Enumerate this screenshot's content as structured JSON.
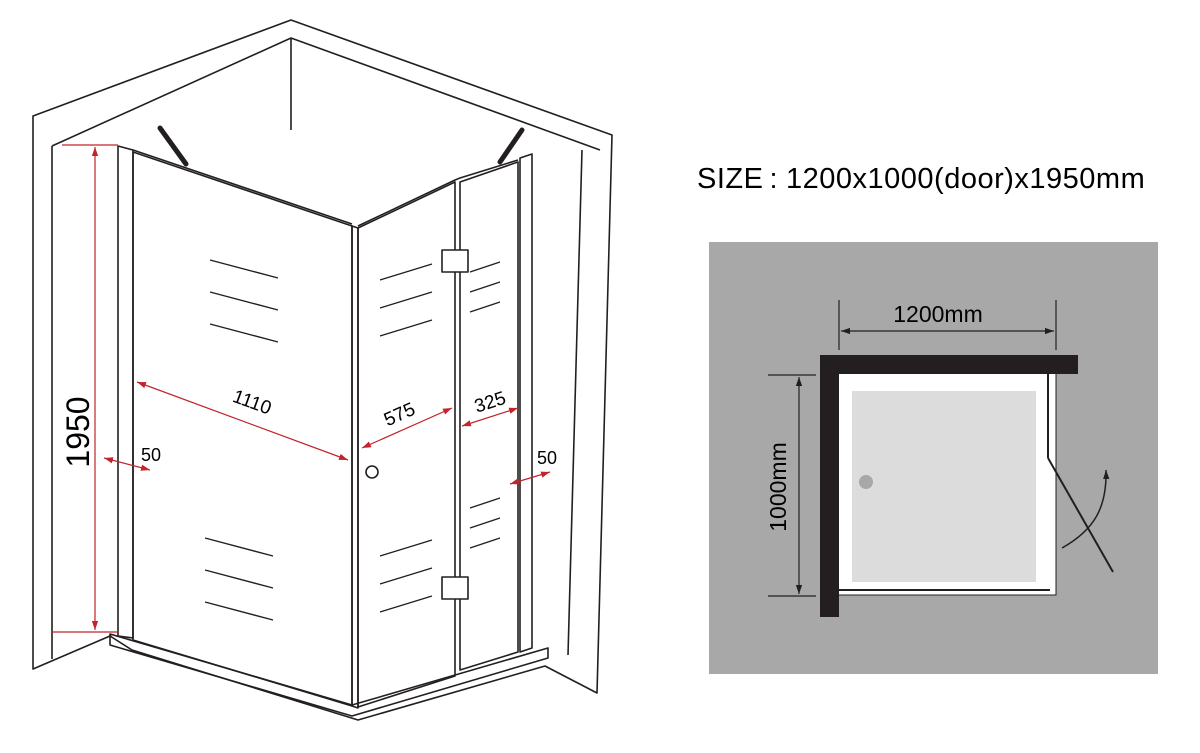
{
  "title": {
    "label": "SIZE",
    "separator": ":",
    "value": "1200x1000(door)x1950mm"
  },
  "perspective_view": {
    "dimensions": {
      "height": "1950",
      "wall_gap_left": "50",
      "fixed_panel_width": "1110",
      "door_panel_width": "575",
      "door_fold_width": "325",
      "wall_gap_right": "50"
    }
  },
  "plan_view": {
    "width_label": "1200mm",
    "depth_label": "1000mm"
  },
  "colors": {
    "dimension_line": "#c3232b",
    "plan_background": "#a8a8a8",
    "wall": "#231f20",
    "tray": "#dcdcdc"
  }
}
